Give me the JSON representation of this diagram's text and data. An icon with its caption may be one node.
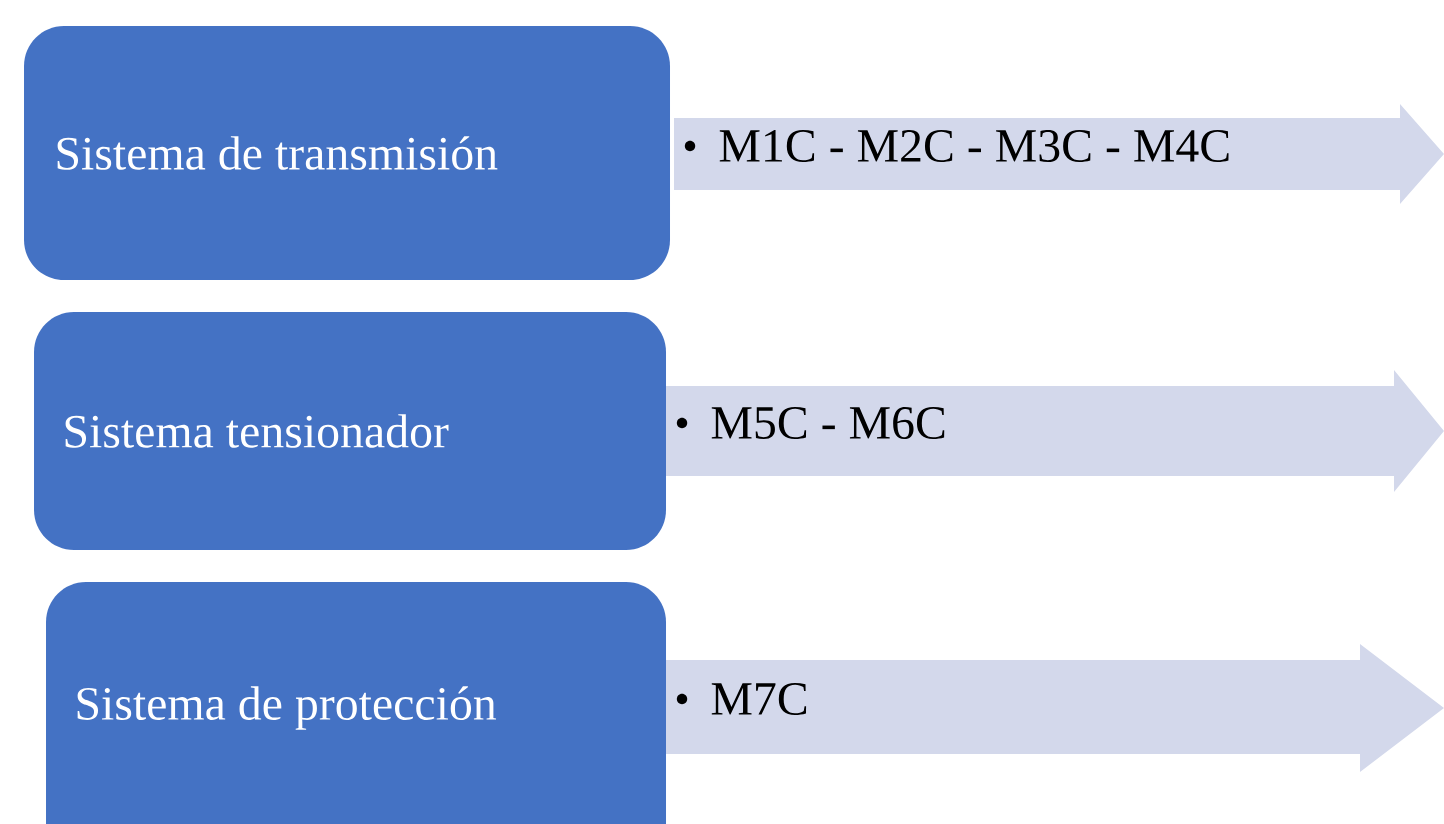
{
  "diagram": {
    "nodes": [
      {
        "text": [
          "Sistema de transmisión"
        ]
      },
      {
        "text": [
          "M1C - M2C - M3C - M4C"
        ]
      },
      {
        "text": [
          "Sistema tensionador"
        ]
      },
      {
        "text": [
          "M5C - M6C"
        ]
      },
      {
        "text": [
          "Sistema de protección"
        ]
      },
      {
        "text": [
          "M7C"
        ]
      }
    ]
  }
}
